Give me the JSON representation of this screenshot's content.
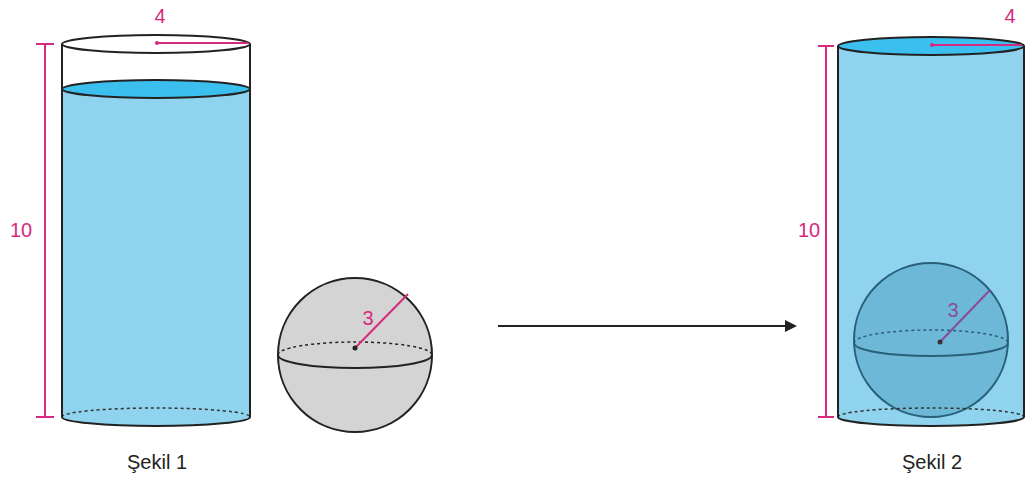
{
  "diagram": {
    "labels": [
      "4",
      "10",
      "3",
      "Şekil 1",
      "4",
      "10",
      "3",
      "Şekil 2"
    ]
  }
}
